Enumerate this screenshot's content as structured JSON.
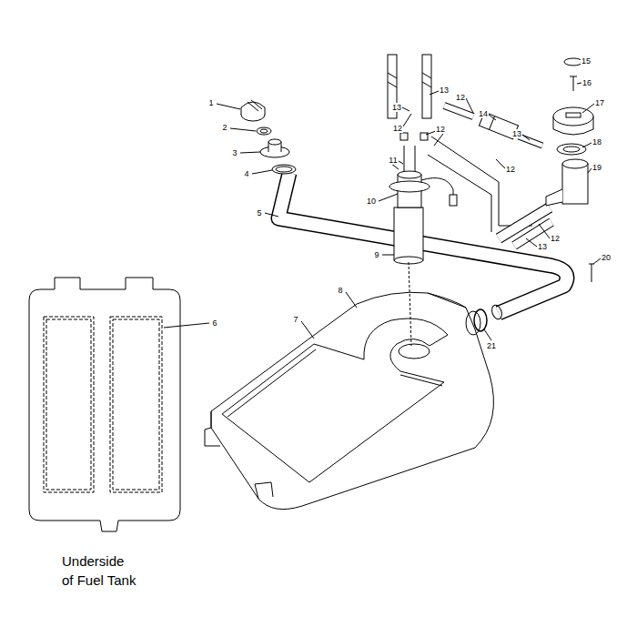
{
  "diagram": {
    "labels": [
      "1",
      "2",
      "3",
      "4",
      "5",
      "6",
      "7",
      "8",
      "9",
      "10",
      "11",
      "12",
      "12",
      "12",
      "12",
      "12",
      "13",
      "13",
      "13",
      "13",
      "14",
      "15",
      "16",
      "17",
      "18",
      "19",
      "20",
      "21",
      "Underside of Fuel Tank"
    ]
  }
}
